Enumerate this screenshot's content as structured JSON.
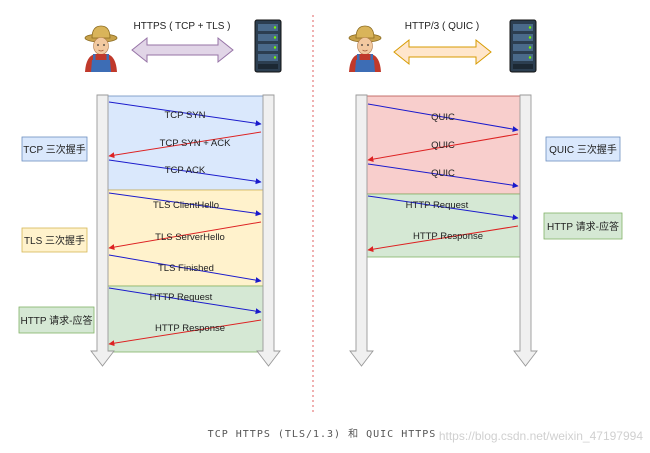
{
  "left": {
    "protocol_label": "HTTPS ( TCP + TLS )",
    "phases": [
      {
        "label": "TCP 三次握手",
        "messages": [
          "TCP SYN",
          "TCP SYN + ACK",
          "TCP ACK"
        ]
      },
      {
        "label": "TLS 三次握手",
        "messages": [
          "TLS ClientHello",
          "TLS ServerHello",
          "TLS Finished"
        ]
      },
      {
        "label": "HTTP 请求-应答",
        "messages": [
          "HTTP Request",
          "HTTP Response"
        ]
      }
    ]
  },
  "right": {
    "protocol_label": "HTTP/3 ( QUIC )",
    "phases": [
      {
        "label": "QUIC 三次握手",
        "messages": [
          "QUIC",
          "QUIC",
          "QUIC"
        ]
      },
      {
        "label": "HTTP 请求-应答",
        "messages": [
          "HTTP Request",
          "HTTP Response"
        ]
      }
    ]
  },
  "caption": "TCP HTTPS (TLS/1.3) 和 QUIC HTTPS",
  "watermark": "https://blog.csdn.net/weixin_47197994",
  "colors": {
    "tcp_fill": "#dae8fc",
    "tcp_stroke": "#6c8ebf",
    "tls_fill": "#fff2cc",
    "tls_stroke": "#d6b656",
    "http_fill": "#d5e8d4",
    "http_stroke": "#82b366",
    "quic_fill": "#f8cecc",
    "quic_stroke": "#b85450",
    "client_to_server": "#1a1acc",
    "server_to_client": "#dd2222",
    "left_arrow_fill": "#e1d5e7",
    "left_arrow_stroke": "#9673a6",
    "right_arrow_fill": "#ffe6cc",
    "right_arrow_stroke": "#d79b00"
  },
  "icons": [
    "user-icon",
    "server-icon",
    "double-arrow-icon"
  ]
}
